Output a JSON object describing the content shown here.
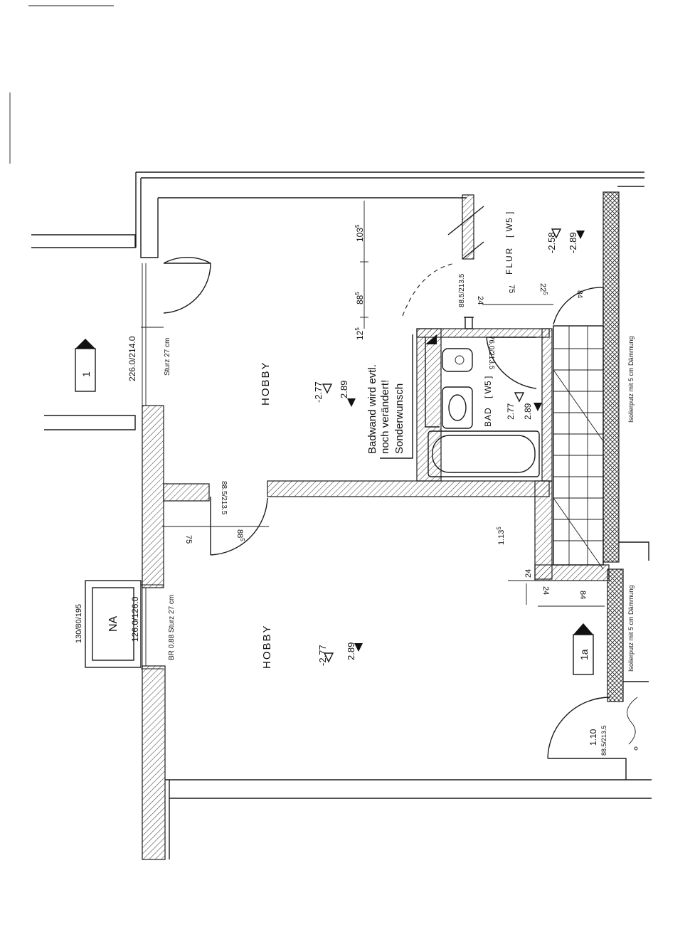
{
  "rooms": {
    "hobby_top": {
      "name": "HOBBY",
      "level_a": "-2.77",
      "level_b": "2.89"
    },
    "hobby_bottom": {
      "name": "HOBBY",
      "level_a": "-2.77",
      "level_b": "2.89"
    },
    "bad": {
      "name": "BAD",
      "code": "[ W5 ]",
      "level_a": "2.77",
      "level_b": "2.89"
    },
    "flur": {
      "name": "FLUR",
      "code": "[ W5 ]",
      "level_a": "-2.58",
      "level_b": "-2.89"
    }
  },
  "openings": {
    "top_door_window": "226.0/214.0",
    "top_sturz": "Sturz 27 cm",
    "bottom_window_size": "126.0/126.0",
    "bottom_br_sturz": "BR 0.88 Sturz 27 cm",
    "na_size": "130/80/195",
    "na_label": "NA",
    "inner_door": "88.5/213.5",
    "flur_door": "88.5/213.5",
    "bad_door": "76.0/213.5",
    "stair_door_top": "1.10",
    "stair_door_bottom": "88.5/213.5"
  },
  "dimensions": {
    "d103": "103",
    "d103_sup": "5",
    "d88": "88",
    "d88_sup": "5",
    "d12": "12",
    "d12_sup": "5",
    "d24a": "24",
    "d75a": "75",
    "d22": "22",
    "d22_sup": "5",
    "d84a": "84",
    "d113": "1.13",
    "d113_sup": "5",
    "d24b": "24",
    "d24c": "24",
    "d84b": "84",
    "d75b": "75",
    "d88b": "88",
    "d88b_sup": "5"
  },
  "note": {
    "line1": "Badwand wird evtl.",
    "line2": "noch verändert!",
    "line3": "Sonderwunsch"
  },
  "insulation": {
    "upper": "Isolierputz mit 5 cm Dämmung",
    "lower": "Isolierputz mit 5 cm Dämmung"
  },
  "markers": {
    "section_top": "1",
    "section_bottom": "1a"
  },
  "icons": {
    "level_open": "open-triangle-down-icon",
    "level_filled": "filled-triangle-down-icon",
    "section_arrow": "section-arrow-icon"
  },
  "colors": {
    "ink": "#1a1a1a",
    "paper": "#ffffff"
  }
}
